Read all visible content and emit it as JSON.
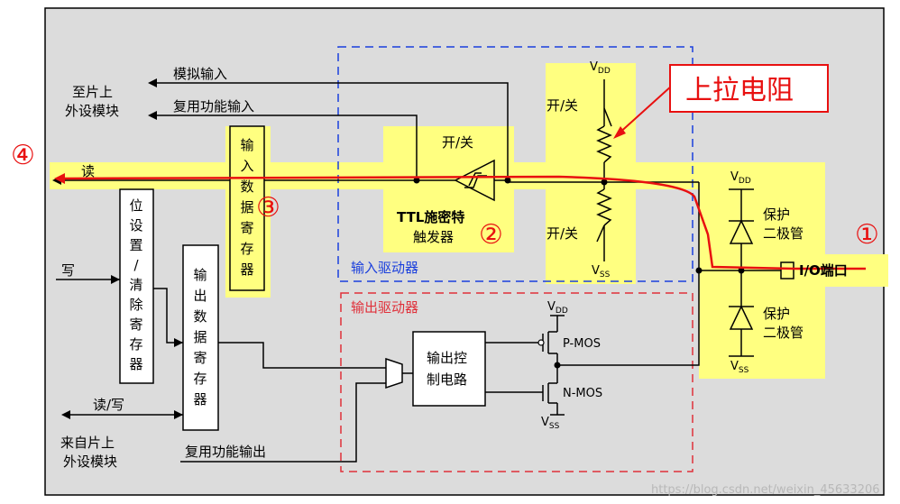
{
  "labels": {
    "to_onchip": [
      "至片上",
      "外设模块"
    ],
    "analog_input": "模拟输入",
    "af_input": "复用功能输入",
    "read": "读",
    "write": "写",
    "read_write": "读/写",
    "from_onchip": [
      "来自片上",
      "外设模块"
    ],
    "af_output": "复用功能输出",
    "input_data_reg": [
      "输",
      "入",
      "数",
      "据",
      "寄",
      "存",
      "器"
    ],
    "bit_set_reset_reg": [
      "位",
      "设",
      "置",
      "/",
      "清",
      "除",
      "寄",
      "存",
      "器"
    ],
    "output_data_reg": [
      "输",
      "出",
      "数",
      "据",
      "寄",
      "存",
      "器"
    ],
    "on_off": "开/关",
    "ttl_schmitt": [
      "TTL施密特",
      "触发器"
    ],
    "input_driver": "输入驱动器",
    "output_driver": "输出驱动器",
    "output_control": [
      "输出控",
      "制电路"
    ],
    "pmos": "P-MOS",
    "nmos": "N-MOS",
    "vdd_main": "V",
    "vdd_sub": "DD",
    "vss_main": "V",
    "vss_sub": "SS",
    "protect_diode": [
      "保护",
      "二极管"
    ],
    "io_port": "I/O端口",
    "pullup": "上拉电阻",
    "markers": [
      "①",
      "②",
      "③",
      "④"
    ],
    "watermark": "https://blog.csdn.net/weixin_45633206"
  },
  "colors": {
    "highlight": "#ffff80",
    "panel": "#dcdcdc",
    "blue_box": "#1a3fdd",
    "red_box": "#e0303a",
    "red_path": "#e81010",
    "pullup_text": "#e81010"
  }
}
